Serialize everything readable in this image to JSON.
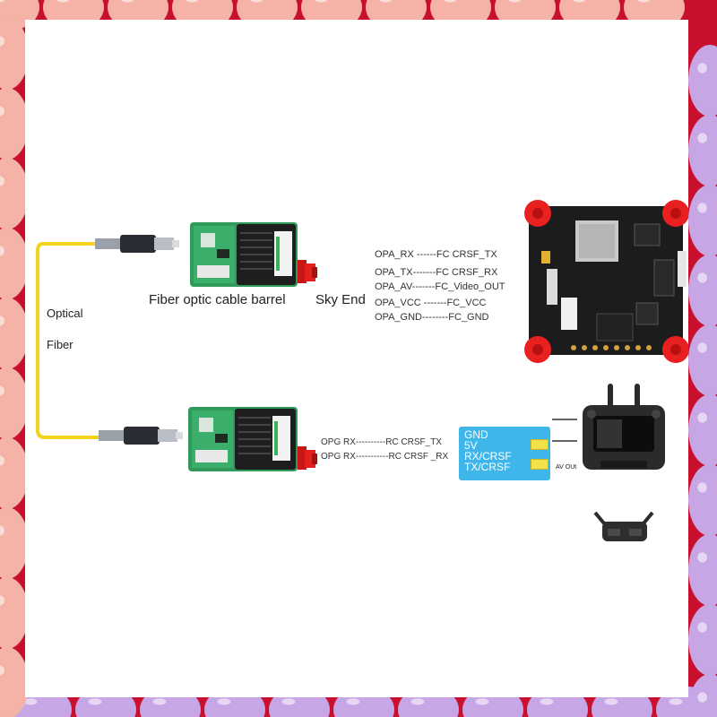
{
  "colors": {
    "border_red": "#c8102e",
    "bubble_purple": "#c7a6e6",
    "bubble_pink": "#f4b3a6",
    "fiber_yellow": "#f2d21a",
    "module_green": "#2f9a5a",
    "connector_red": "#d01818",
    "card_blue": "#3fb6ea",
    "fc_board": "#1c1c1c"
  },
  "labels": {
    "optical": "Optical",
    "fiber": "Fiber",
    "barrel": "Fiber optic cable barrel",
    "sky_end": "Sky End"
  },
  "sky_wiring": [
    "OPA_RX ------FC CRSF_TX",
    "OPA_TX-------FC CRSF_RX",
    "OPA_AV-------FC_Video_OUT",
    "OPA_VCC -------FC_VCC",
    "OPA_GND--------FC_GND"
  ],
  "ground_wiring": [
    "OPG RX----------RC CRSF_TX",
    "OPG RX-----------RC CRSF _RX"
  ],
  "card": {
    "lines": [
      "GND",
      "5V",
      "RX/CRSF",
      "TX/CRSF"
    ],
    "av_out": "AV OUt"
  },
  "icons": [
    "fiber-connector-icon",
    "fiber-module-icon",
    "flight-controller-icon",
    "rc-controller-icon",
    "fpv-goggles-icon"
  ]
}
